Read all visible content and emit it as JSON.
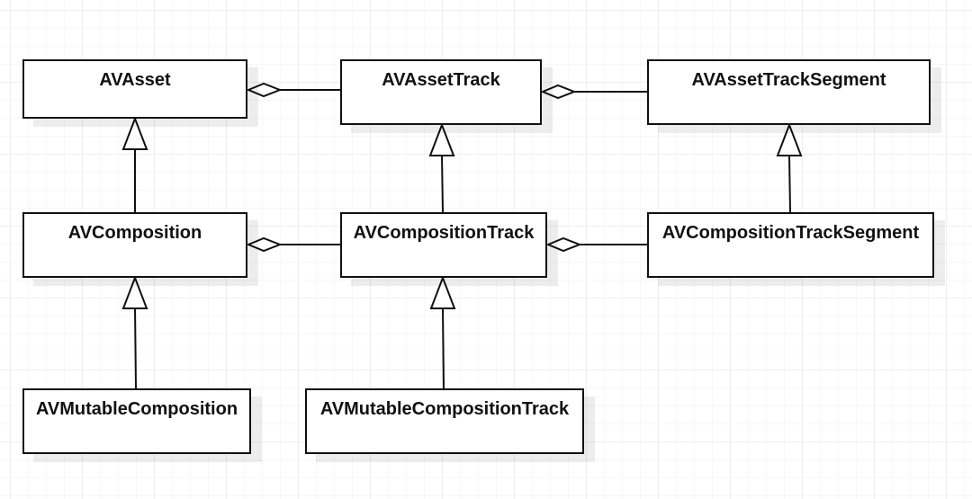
{
  "diagram": {
    "classes": [
      {
        "id": "avasset",
        "name": "AVAsset"
      },
      {
        "id": "avassettrack",
        "name": "AVAssetTrack"
      },
      {
        "id": "avassettracksegment",
        "name": "AVAssetTrackSegment"
      },
      {
        "id": "avcomposition",
        "name": "AVComposition"
      },
      {
        "id": "avcompositiontrack",
        "name": "AVCompositionTrack"
      },
      {
        "id": "avcompositiontracksegment",
        "name": "AVCompositionTrackSegment"
      },
      {
        "id": "avmutablecomposition",
        "name": "AVMutableComposition"
      },
      {
        "id": "avmutablecompositiontrack",
        "name": "AVMutableCompositionTrack"
      }
    ],
    "relations": [
      {
        "type": "aggregation",
        "whole": "avasset",
        "part": "avassettrack"
      },
      {
        "type": "aggregation",
        "whole": "avassettrack",
        "part": "avassettracksegment"
      },
      {
        "type": "aggregation",
        "whole": "avcomposition",
        "part": "avcompositiontrack"
      },
      {
        "type": "aggregation",
        "whole": "avcompositiontrack",
        "part": "avcompositiontracksegment"
      },
      {
        "type": "generalization",
        "parent": "avasset",
        "child": "avcomposition"
      },
      {
        "type": "generalization",
        "parent": "avassettrack",
        "child": "avcompositiontrack"
      },
      {
        "type": "generalization",
        "parent": "avassettracksegment",
        "child": "avcompositiontracksegment"
      },
      {
        "type": "generalization",
        "parent": "avcomposition",
        "child": "avmutablecomposition"
      },
      {
        "type": "generalization",
        "parent": "avcompositiontrack",
        "child": "avmutablecompositiontrack"
      }
    ],
    "colors": {
      "line": "#111111",
      "box_fill": "#ffffff",
      "background": "#ffffff"
    }
  }
}
